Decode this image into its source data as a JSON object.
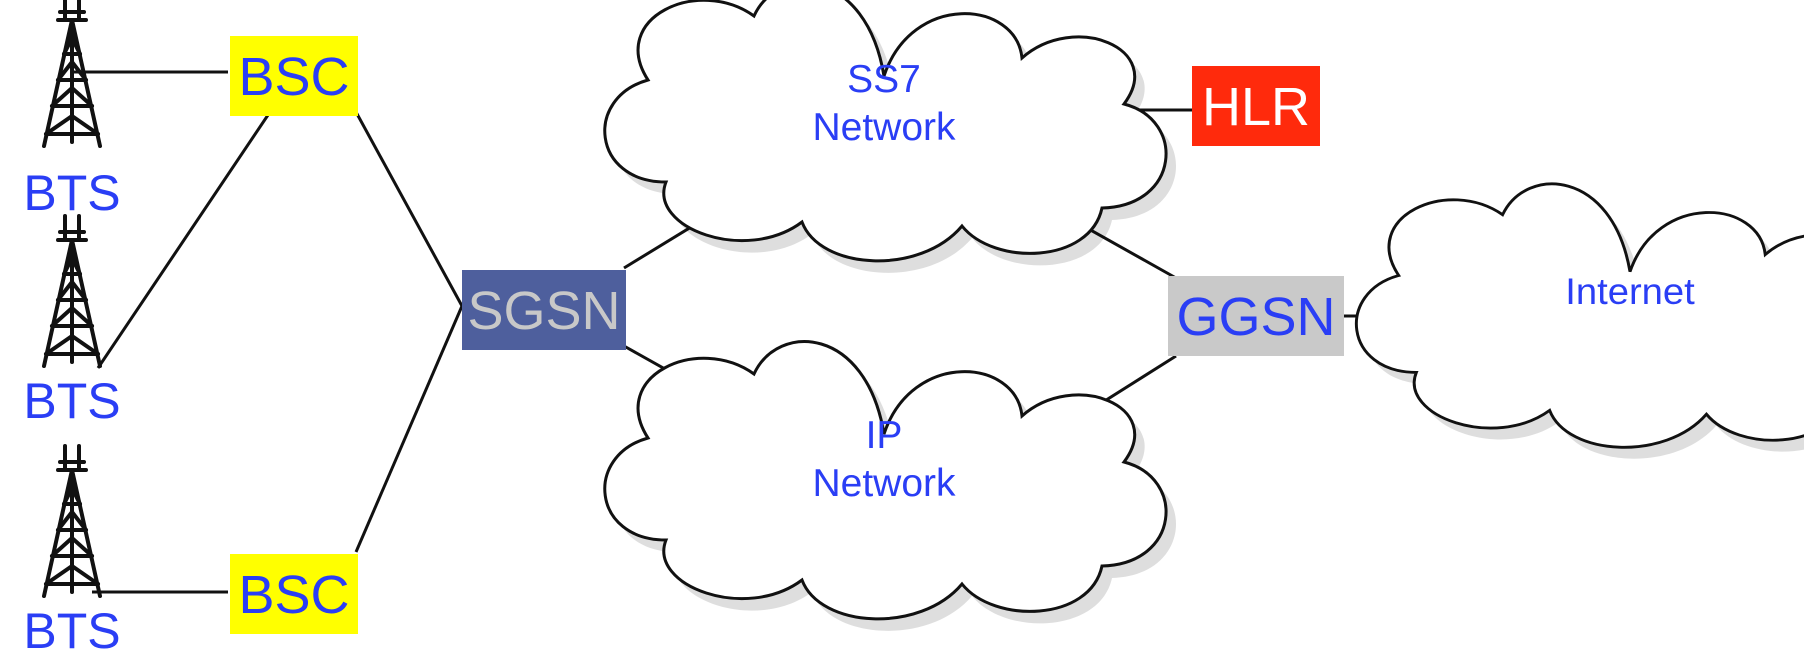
{
  "colors": {
    "label_blue": "#2a3ef5",
    "bsc_fill": "#ffff00",
    "sgsn_fill": "#4e5f9d",
    "sgsn_text": "#c8c8c8",
    "hlr_fill": "#ff2a0c",
    "hlr_text": "#ffffff",
    "ggsn_fill": "#c9c9c9",
    "line": "#111111"
  },
  "nodes": {
    "bts_top": {
      "label": "BTS",
      "icon": "cell-tower-icon"
    },
    "bts_middle": {
      "label": "BTS",
      "icon": "cell-tower-icon"
    },
    "bts_bottom": {
      "label": "BTS",
      "icon": "cell-tower-icon"
    },
    "bsc_top": {
      "label": "BSC"
    },
    "bsc_bottom": {
      "label": "BSC"
    },
    "sgsn": {
      "label": "SGSN"
    },
    "ss7": {
      "line1": "SS7",
      "line2": "Network"
    },
    "ip": {
      "line1": "IP",
      "line2": "Network"
    },
    "hlr": {
      "label": "HLR"
    },
    "ggsn": {
      "label": "GGSN"
    },
    "internet": {
      "label": "Internet"
    }
  },
  "edges": [
    [
      "bts_top",
      "bsc_top"
    ],
    [
      "bts_middle",
      "bsc_top"
    ],
    [
      "bts_bottom",
      "bsc_bottom"
    ],
    [
      "bsc_top",
      "sgsn"
    ],
    [
      "bsc_bottom",
      "sgsn"
    ],
    [
      "sgsn",
      "ss7"
    ],
    [
      "sgsn",
      "ip"
    ],
    [
      "ss7",
      "hlr"
    ],
    [
      "ss7",
      "ggsn"
    ],
    [
      "ip",
      "ggsn"
    ],
    [
      "ggsn",
      "internet"
    ]
  ]
}
